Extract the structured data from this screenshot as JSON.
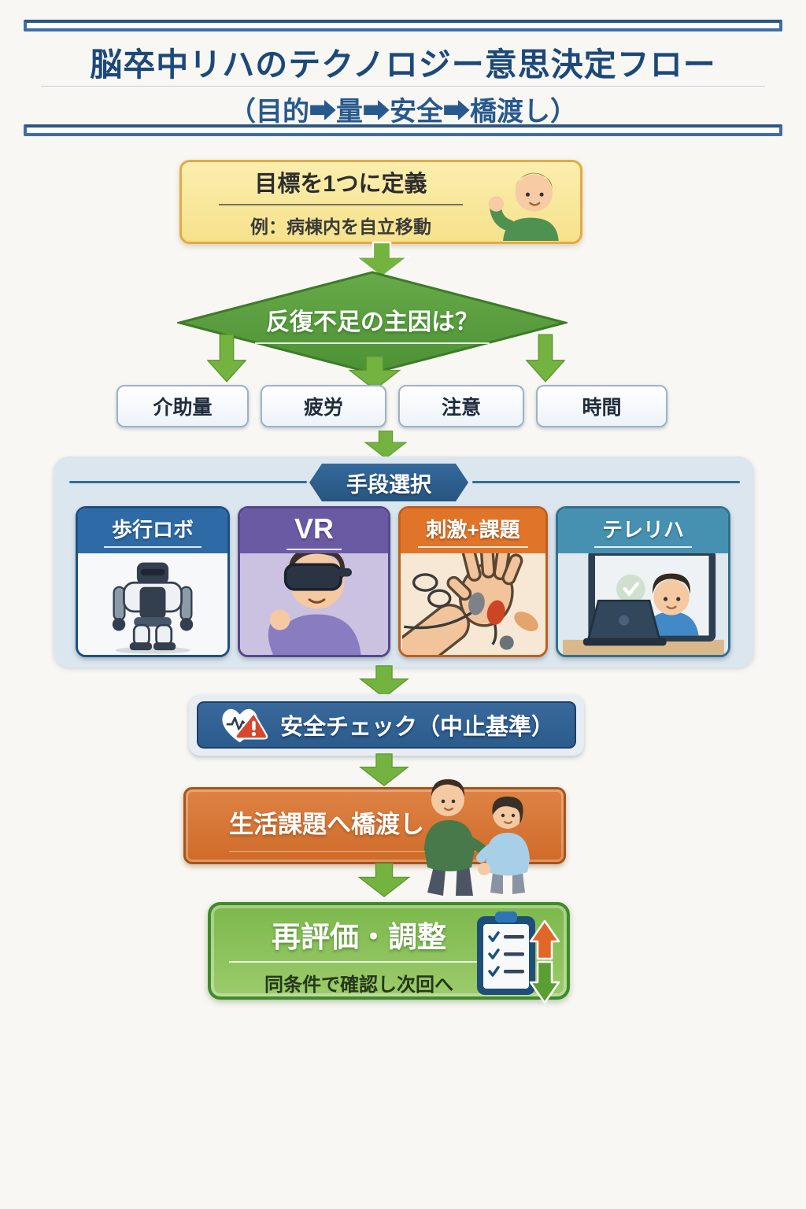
{
  "header": {
    "title": "脳卒中リハのテクノロジー意思決定フロー",
    "subtitle": "（目的➡量➡安全➡橋渡し）"
  },
  "goal": {
    "title": "目標を1つに定義",
    "example": "例：病棟内を自立移動",
    "icon": "cheering-person"
  },
  "decision": {
    "question": "反復不足の主因は？"
  },
  "factors": [
    {
      "label": "介助量"
    },
    {
      "label": "疲労"
    },
    {
      "label": "注意"
    },
    {
      "label": "時間"
    }
  ],
  "selection": {
    "badge": "手段選択",
    "cards": [
      {
        "label": "歩行ロボ",
        "icon": "walking-robot"
      },
      {
        "label": "VR",
        "icon": "vr-headset-user"
      },
      {
        "label": "刺激+課題",
        "icon": "electrode-hand"
      },
      {
        "label": "テレリハ",
        "icon": "telerehab-video-call"
      }
    ]
  },
  "safety": {
    "label": "安全チェック（中止基準）",
    "icon": "heart-ecg-alert"
  },
  "bridge": {
    "label": "生活課題へ橋渡し",
    "icon": "two-people-walking"
  },
  "result": {
    "title": "再評価・調整",
    "note": "同条件で確認し次回へ",
    "icon": "clipboard-up-down-arrows"
  },
  "colors": {
    "background": "#f8f7f3",
    "header_accent": "#3f6fa3",
    "title_text": "#1c4979",
    "goal_fill": "#f8e79c",
    "goal_border": "#e3aa46",
    "diamond_fill": "#5b9e3e",
    "arrow_green": "#74b340",
    "factor_border": "#9db1ca",
    "panel_fill": "#dce6ee",
    "badge_fill": "#2b5d90",
    "card_robot_header": "#2e6ba6",
    "card_vr_header": "#6a5aa4",
    "card_stim_header": "#e0752a",
    "card_tele_header": "#4691b2",
    "safety_fill": "#2f6396",
    "alert_red": "#d6472b",
    "bridge_fill": "#d9742f",
    "result_fill": "#82bb52",
    "result_border": "#3f8a2a"
  }
}
